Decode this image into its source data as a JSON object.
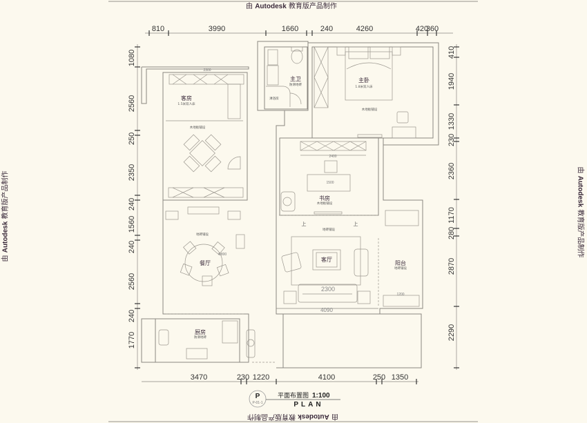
{
  "watermark": {
    "prefix": "由",
    "brand": "Autodesk",
    "suffix": "教育版产品制作"
  },
  "dimensions": {
    "top": [
      "810",
      "3990",
      "1660",
      "240",
      "4260",
      "420",
      "360"
    ],
    "left": [
      "1080",
      "2560",
      "250",
      "2350",
      "240",
      "1560",
      "240",
      "2560",
      "240",
      "1770"
    ],
    "right": [
      "410",
      "1940",
      "1330",
      "230",
      "2360",
      "1170",
      "280",
      "2870",
      "2290"
    ],
    "bottom": [
      "3470",
      "230",
      "1220",
      "4100",
      "250",
      "1350"
    ]
  },
  "rooms": {
    "guest": {
      "name": "客房",
      "bed": "1.5米双人床",
      "floor": "木地板铺设"
    },
    "master_bath": {
      "name": "主卫",
      "floor": "防滑地砖",
      "shower": "淋浴房"
    },
    "master": {
      "name": "主卧",
      "bed": "1.8米双人床",
      "floor": "木地板铺设"
    },
    "study": {
      "name": "书房",
      "floor": "木地板铺设"
    },
    "corridor": {
      "floor": "地砖铺设"
    },
    "dining": {
      "name": "餐厅",
      "floor": "地砖铺设"
    },
    "living": {
      "name": "客厅"
    },
    "balcony": {
      "name": "阳台",
      "floor": "地砖铺设"
    },
    "kitchen": {
      "name": "厨房",
      "floor": "防滑地砖"
    }
  },
  "inner_dims": {
    "sofa": "2300",
    "living_width": "4090",
    "study_cabinet": "2400",
    "desk": "1500",
    "balcony_cabinet": "1200",
    "wardrobe": "2300",
    "round_table": "Φ800",
    "up_mark": "上"
  },
  "title_block": {
    "symbol": "P",
    "sheet": "P-01-1",
    "title_cn": "平面布置图",
    "scale": "1:100",
    "title_en": "PLAN"
  }
}
